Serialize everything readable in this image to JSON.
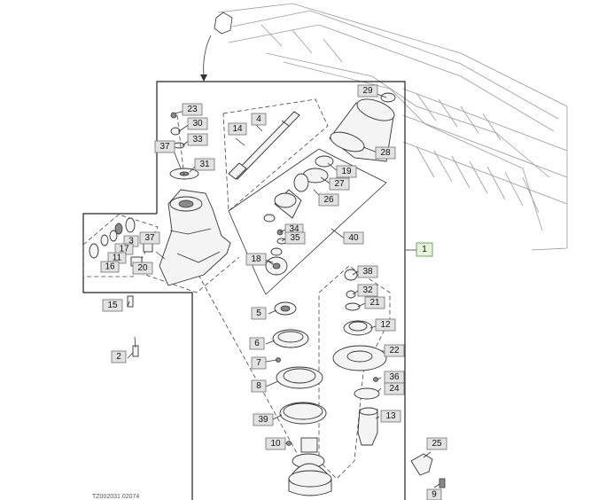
{
  "callouts": {
    "c1": "1",
    "c2": "2",
    "c3": "3",
    "c4": "4",
    "c5": "5",
    "c6": "6",
    "c7": "7",
    "c8": "8",
    "c9": "9",
    "c10": "10",
    "c11": "11",
    "c12": "12",
    "c13": "13",
    "c14": "14",
    "c15": "15",
    "c16": "16",
    "c17": "17",
    "c18": "18",
    "c19": "19",
    "c20": "20",
    "c21": "21",
    "c22": "22",
    "c23": "23",
    "c24": "24",
    "c25": "25",
    "c26": "26",
    "c27": "27",
    "c28": "28",
    "c29": "29",
    "c30": "30",
    "c31": "31",
    "c32": "32",
    "c33": "33",
    "c34": "34",
    "c35": "35",
    "c36": "36",
    "c37a": "37",
    "c37b": "37",
    "c38": "38",
    "c39": "39",
    "c40": "40"
  },
  "figure_id": "TZ002031 02074"
}
